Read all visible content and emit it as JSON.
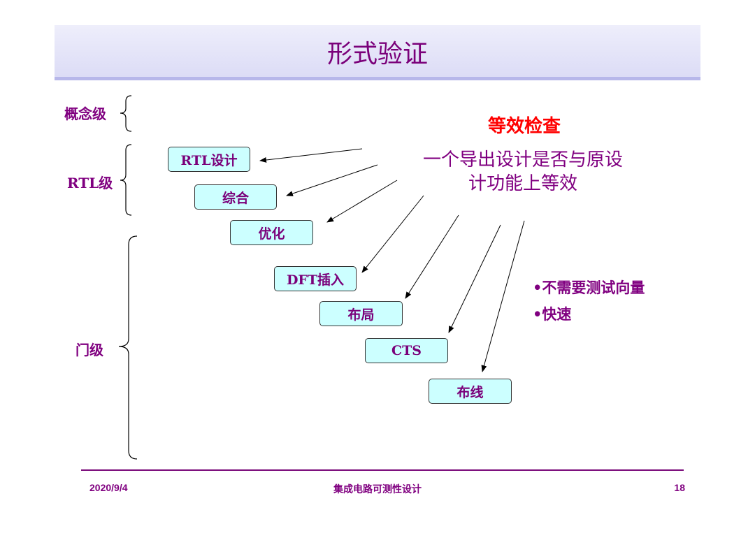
{
  "slide": {
    "title": "形式验证"
  },
  "levels": {
    "concept": "概念级",
    "rtl": "RTL级",
    "gate": "门级"
  },
  "stages": [
    {
      "label": "RTL设计"
    },
    {
      "label": "综合"
    },
    {
      "label": "优化"
    },
    {
      "label": "DFT插入"
    },
    {
      "label": "布局"
    },
    {
      "label": "CTS"
    },
    {
      "label": "布线"
    }
  ],
  "equivalence": {
    "title": "等效检查",
    "description_line1": "一个导出设计是否与原设",
    "description_line2": "计功能上等效"
  },
  "bullets": [
    "•不需要测试向量",
    "•快速"
  ],
  "footer": {
    "date": "2020/9/4",
    "course": "集成电路可测性设计",
    "page": "18"
  },
  "colors": {
    "title": "#7a007a",
    "text": "#800080",
    "highlight": "#ff0000",
    "box_fill": "#ccffff",
    "title_band": "#dcdcf6"
  }
}
